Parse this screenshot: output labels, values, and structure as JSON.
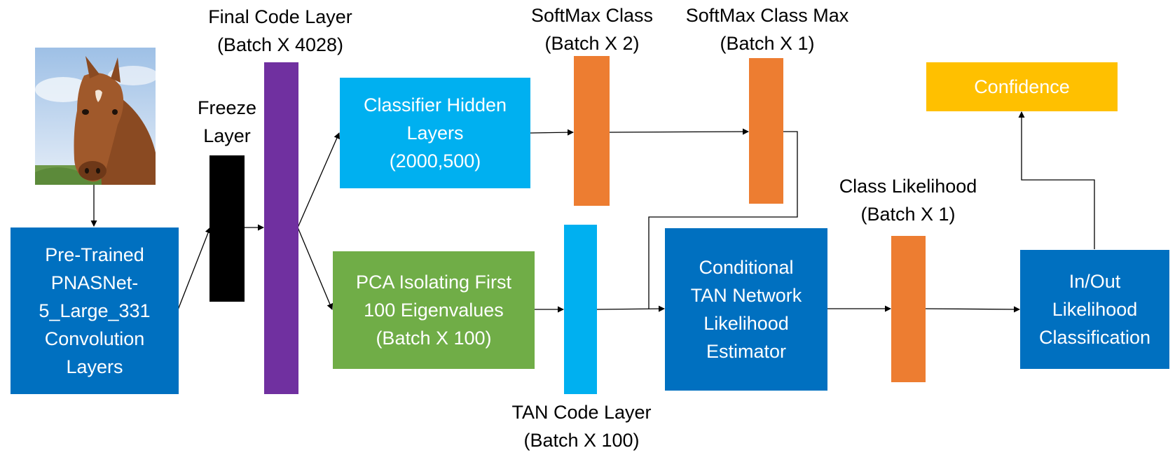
{
  "colors": {
    "blue_dark": "#0070c0",
    "blue_light": "#00b0f0",
    "green": "#70ad47",
    "orange": "#ed7d31",
    "purple": "#7030a0",
    "gold": "#ffc000",
    "black": "#000000",
    "line": "#000000"
  },
  "image": {
    "icon": "horse-photo"
  },
  "blocks": {
    "pretrained": [
      "Pre-Trained",
      "PNASNet-",
      "5_Large_331",
      "Convolution",
      "Layers"
    ],
    "classifier_hidden": [
      "Classifier Hidden",
      "Layers",
      "(2000,500)"
    ],
    "pca": [
      "PCA Isolating First",
      "100 Eigenvalues",
      "(Batch X 100)"
    ],
    "tan_estimator": [
      "Conditional",
      "TAN Network",
      "Likelihood",
      "Estimator"
    ],
    "inout": [
      "In/Out",
      "Likelihood",
      "Classification"
    ],
    "confidence": "Confidence"
  },
  "labels": {
    "final_code": [
      "Final Code Layer",
      "(Batch X 4028)"
    ],
    "freeze": [
      "Freeze",
      "Layer"
    ],
    "softmax_class": [
      "SoftMax Class",
      "(Batch X 2)"
    ],
    "softmax_class_max": [
      "SoftMax Class Max",
      "(Batch X 1)"
    ],
    "class_likelihood": [
      "Class Likelihood",
      "(Batch X 1)"
    ],
    "tan_code": [
      "TAN Code Layer",
      "(Batch X 100)"
    ]
  }
}
